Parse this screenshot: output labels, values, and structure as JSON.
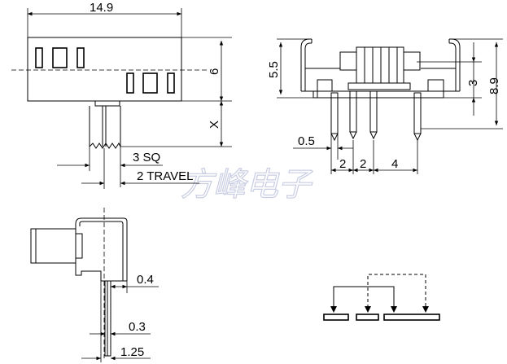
{
  "dimensions": {
    "width_total": "14.9",
    "height_cap": "6",
    "actuator_x": "X",
    "actuator_sq": "3 SQ",
    "travel": "2 TRAVEL",
    "side_height": "5.5",
    "pin_height": "3",
    "total_height": "8.9",
    "pin_width": "0.5",
    "pitch_1": "2",
    "pitch_2": "2",
    "pitch_3": "4",
    "pin_thickness": "0.4",
    "pin_gap": "0.3",
    "pin_span": "1.25"
  },
  "watermark": "方峰电子"
}
